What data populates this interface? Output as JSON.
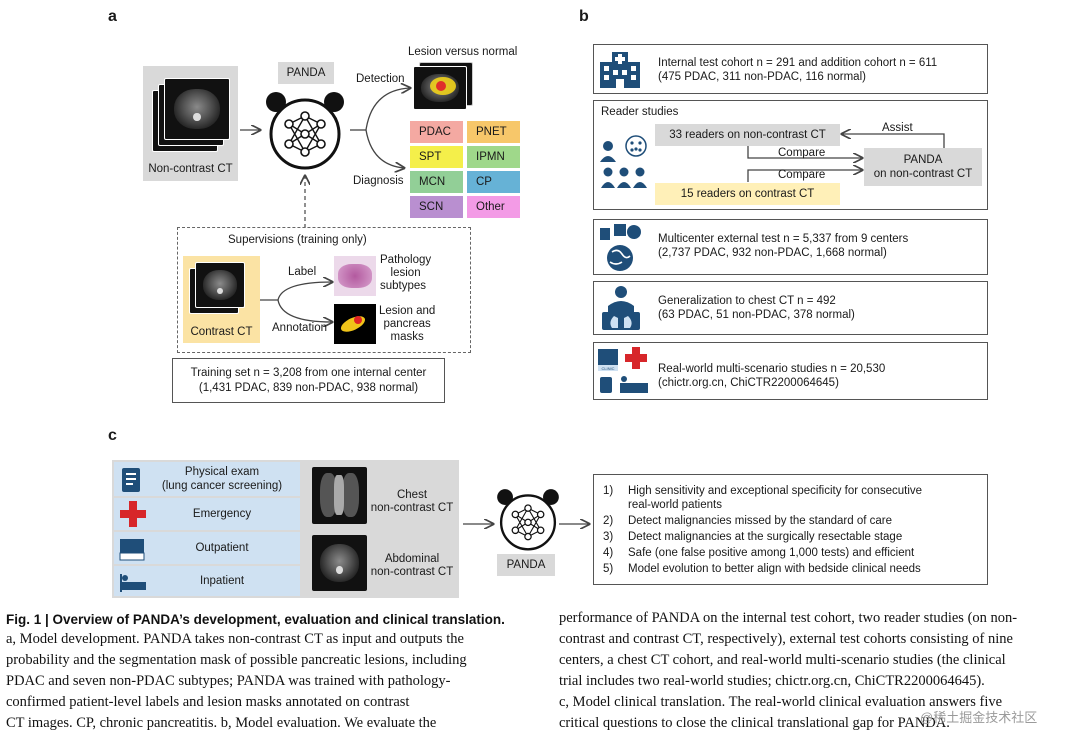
{
  "panels": {
    "a": "a",
    "b": "b",
    "c": "c"
  },
  "a": {
    "input_label": "Non-contrast CT",
    "model_label": "PANDA",
    "lesion_title": "Lesion versus normal",
    "detection": "Detection",
    "diagnosis": "Diagnosis",
    "subtypes": [
      {
        "label": "PDAC",
        "color": "#f4a9a2"
      },
      {
        "label": "PNET",
        "color": "#f7c76a"
      },
      {
        "label": "SPT",
        "color": "#f4ef4a"
      },
      {
        "label": "IPMN",
        "color": "#9fd88a"
      },
      {
        "label": "MCN",
        "color": "#92cf97"
      },
      {
        "label": "CP",
        "color": "#66b2d6"
      },
      {
        "label": "SCN",
        "color": "#b98fd0"
      },
      {
        "label": "Other",
        "color": "#f39be6"
      }
    ],
    "supervision_title": "Supervisions (training only)",
    "contrast_label": "Contrast CT",
    "label_text": "Label",
    "annotation_text": "Annotation",
    "pathology_line1": "Pathology",
    "pathology_line2": "lesion",
    "pathology_line3": "subtypes",
    "masks_line1": "Lesion and",
    "masks_line2": "pancreas",
    "masks_line3": "masks",
    "training_line1": "Training set n = 3,208 from one internal center",
    "training_line2": "(1,431 PDAC, 839 non-PDAC, 938 normal)"
  },
  "b": {
    "internal_line1": "Internal test cohort n = 291 and addition cohort n = 611",
    "internal_line2": "(475 PDAC, 311 non-PDAC, 116 normal)",
    "reader_title": "Reader studies",
    "readers_nc": "33 readers on non-contrast CT",
    "readers_c": "15 readers on contrast CT",
    "assist": "Assist",
    "compare1": "Compare",
    "compare2": "Compare",
    "panda_nc_line1": "PANDA",
    "panda_nc_line2": "on non-contrast CT",
    "multi_line1": "Multicenter external test n = 5,337 from 9 centers",
    "multi_line2": "(2,737 PDAC, 932 non-PDAC, 1,668 normal)",
    "chest_line1": "Generalization to chest CT n = 492",
    "chest_line2": "(63 PDAC, 51 non-PDAC, 378 normal)",
    "rw_line1": "Real-world multi-scenario studies n = 20,530",
    "rw_line2": "(chictr.org.cn, ChiCTR2200064645)",
    "clinic_tag": "CLINIC"
  },
  "c": {
    "scenarios": [
      "Physical exam",
      "(lung cancer screening)",
      "Emergency",
      "Outpatient",
      "Inpatient"
    ],
    "chest_line1": "Chest",
    "chest_line2": "non-contrast CT",
    "abd_line1": "Abdominal",
    "abd_line2": "non-contrast CT",
    "model_label": "PANDA",
    "outcomes": [
      {
        "num": "1)",
        "line1": "High sensitivity and exceptional specificity for consecutive",
        "line2": "real-world patients"
      },
      {
        "num": "2)",
        "line1": "Detect malignancies missed by the standard of care"
      },
      {
        "num": "3)",
        "line1": "Detect malignancies at the surgically resectable stage"
      },
      {
        "num": "4)",
        "line1": "Safe (one false positive among 1,000 tests) and efficient"
      },
      {
        "num": "5)",
        "line1": "Model evolution to better align with bedside clinical needs"
      }
    ]
  },
  "caption": {
    "title": "Fig. 1 | Overview of PANDA’s development, evaluation and clinical translation.",
    "left_lines": [
      "a, Model development. PANDA takes non-contrast CT as input and outputs the",
      "probability and the segmentation mask of possible pancreatic lesions, including",
      "PDAC and seven non-PDAC subtypes; PANDA was trained with pathology-",
      "confirmed patient-level labels and lesion masks annotated on contrast",
      "CT images. CP, chronic pancreatitis. b, Model evaluation. We evaluate the"
    ],
    "right_lines": [
      "performance of PANDA on the internal test cohort, two reader studies (on non-",
      "contrast and contrast CT, respectively), external test cohorts consisting of nine",
      "centers, a chest CT cohort, and real-world multi-scenario studies (the clinical",
      "trial includes two real-world studies; chictr.org.cn, ChiCTR2200064645).",
      "c, Model clinical translation. The real-world clinical evaluation answers five",
      "critical questions to close the clinical translational gap for PANDA."
    ],
    "watermark": "@稀土掘金技术社区"
  },
  "colors": {
    "accent_blue": "#1f4e79",
    "light_blue": "#cfe1f2",
    "contrast_yellow": "#fbe3a4",
    "readers_yellow": "#fff0b8",
    "gray_box": "#d9d9d9"
  }
}
